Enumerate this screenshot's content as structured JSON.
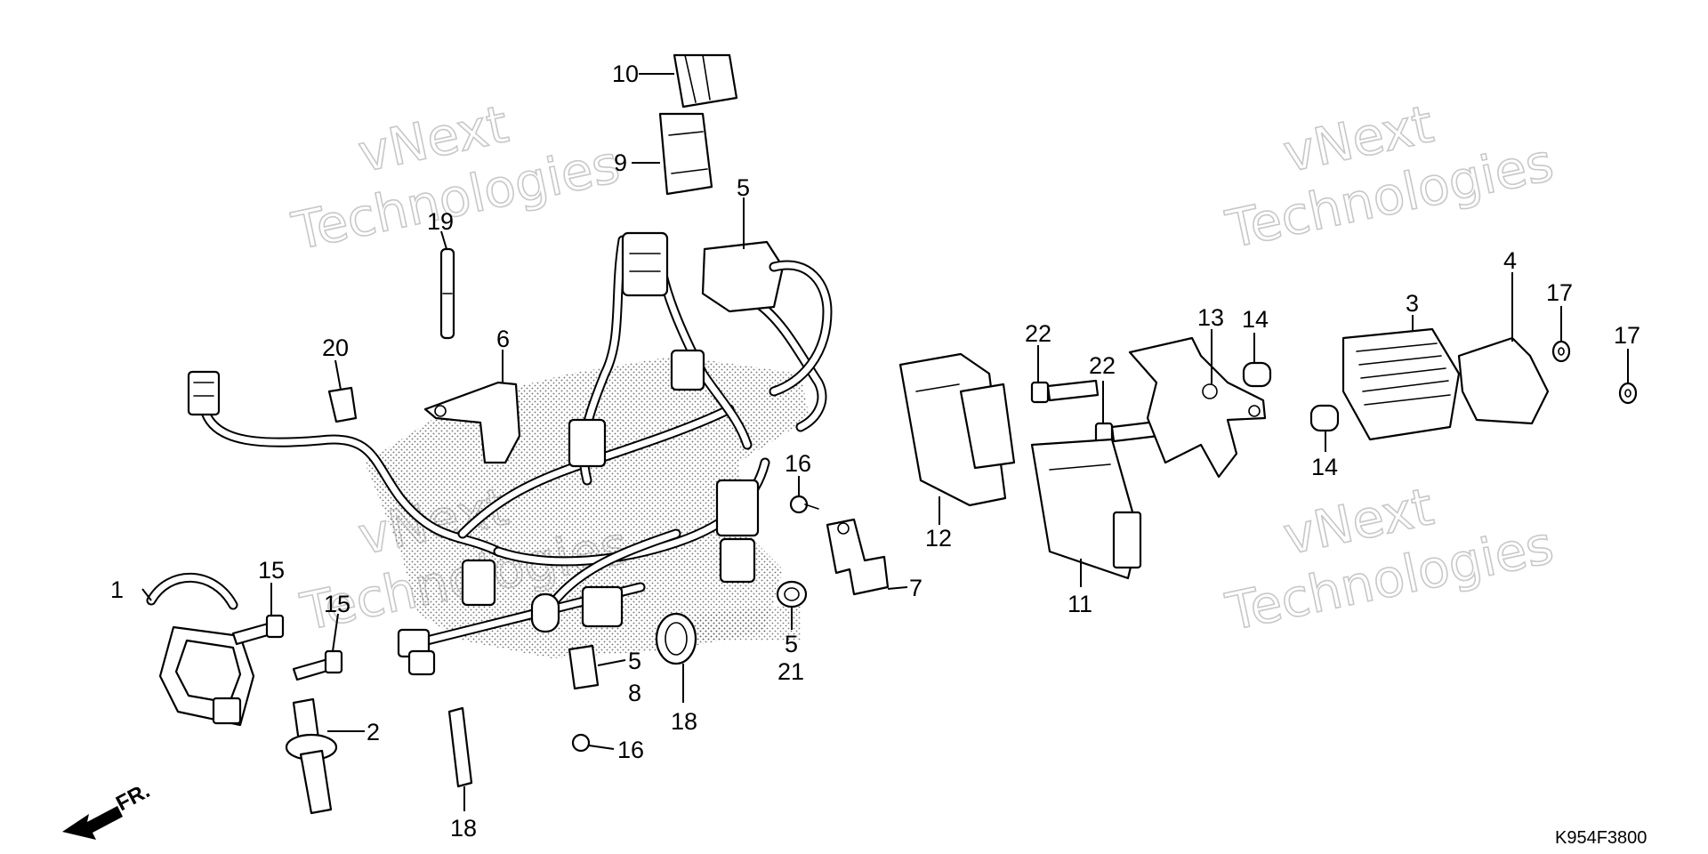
{
  "watermark": {
    "line1": "vNext",
    "line2": "Technologies"
  },
  "diagram_code": "K954F3800",
  "direction_label": "FR.",
  "callouts": {
    "c1": "1",
    "c2": "2",
    "c3": "3",
    "c4": "4",
    "c5a": "5",
    "c5b": "5",
    "c5c": "5",
    "c6": "6",
    "c7": "7",
    "c8": "8",
    "c9": "9",
    "c10": "10",
    "c11": "11",
    "c12": "12",
    "c13": "13",
    "c14a": "14",
    "c14b": "14",
    "c15a": "15",
    "c15b": "15",
    "c16a": "16",
    "c16b": "16",
    "c17a": "17",
    "c17b": "17",
    "c18a": "18",
    "c18b": "18",
    "c19": "19",
    "c20": "20",
    "c21": "21",
    "c22a": "22",
    "c22b": "22"
  },
  "icons": {
    "front-arrow": "front-direction-arrow-icon"
  }
}
